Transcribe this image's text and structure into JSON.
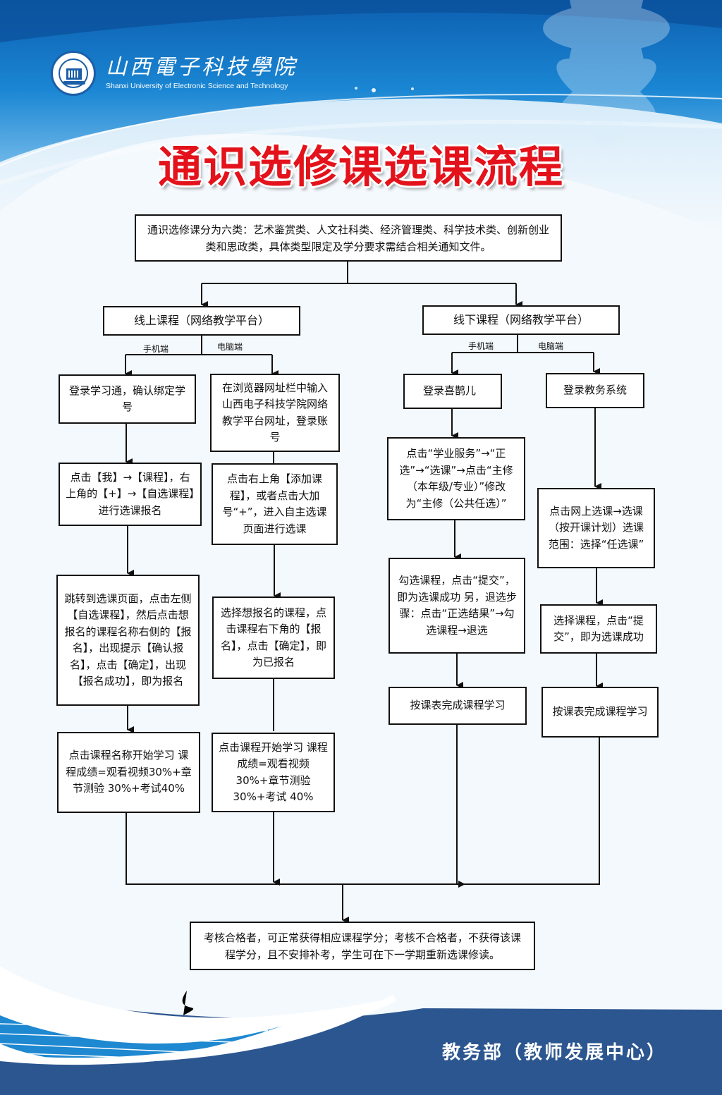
{
  "header": {
    "school_name_cn": "山西電子科技學院",
    "school_name_en": "Shanxi University of Electronic Science and Technology",
    "title": "通识选修课选课流程"
  },
  "intro": "通识选修课分为六类：艺术鉴赏类、人文社科类、经济管理类、科学技术类、创新创业类和思政类，具体类型限定及学分要求需结合相关通知文件。",
  "online": {
    "heading": "线上课程（网络教学平台）",
    "mobile_label": "手机端",
    "pc_label": "电脑端",
    "mobile_steps": [
      "登录学习通，确认绑定学号",
      "点击【我】→【课程】，右上角的【+】→【自选课程】进行选课报名",
      "跳转到选课页面，点击左侧【自选课程】，然后点击想报名的课程名称右侧的【报名】，出现提示【确认报名】，点击【确定】，出现【报名成功】，即为报名",
      "点击课程名称开始学习 课程成绩=观看视频30%+章节测验 30%+考试40%"
    ],
    "pc_steps": [
      "在浏览器网址栏中输入山西电子科技学院网络教学平台网址，登录账号",
      "点击右上角【添加课程】，或者点击大加号“+”，进入自主选课页面进行选课",
      "选择想报名的课程，点击课程右下角的【报名】，点击【确定】，即为已报名",
      "点击课程开始学习 课程成绩=观看视频30%+章节测验 30%+考试 40%"
    ]
  },
  "offline": {
    "heading": "线下课程（网络教学平台）",
    "mobile_label": "手机端",
    "pc_label": "电脑端",
    "mobile_steps": [
      "登录喜鹊儿",
      "点击“学业服务”→“正选”→“选课”→点击“主修（本年级/专业）”修改为“主修（公共任选）”",
      "勾选课程，点击“提交”，即为选课成功 另，退选步骤：点击“正选结果”→勾选课程→退选",
      "按课表完成课程学习"
    ],
    "pc_steps": [
      "登录教务系统",
      "点击网上选课→选课（按开课计划）选课范围：选择“任选课”",
      "选择课程，点击“提交”，即为选课成功",
      "按课表完成课程学习"
    ]
  },
  "result": "考核合格者，可正常获得相应课程学分；考核不合格者，不获得该课程学分，且不安排补考，学生可在下一学期重新选课修读。",
  "footer": "教务部（教师发展中心）",
  "colors": {
    "title_red": "#e3121b",
    "header_blue": "#1a7fcf",
    "footer_navy": "#2c568f",
    "stripe_blue": "#1e88d0"
  }
}
